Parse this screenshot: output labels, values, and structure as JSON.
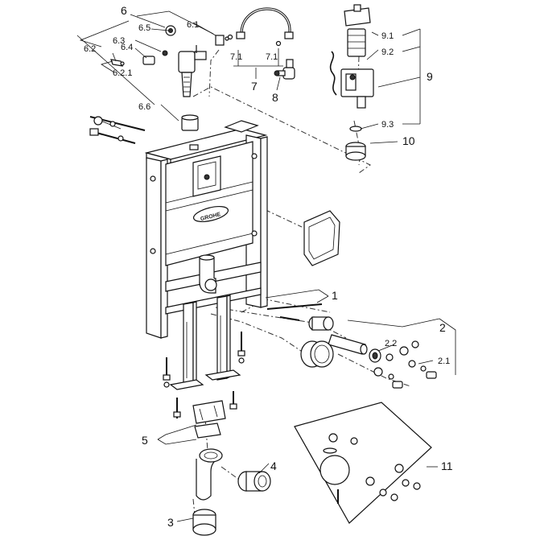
{
  "brand": "GROHE",
  "labels": {
    "l1": "1",
    "l2": "2",
    "l2_1": "2.1",
    "l2_2": "2.2",
    "l3": "3",
    "l4": "4",
    "l5": "5",
    "l6": "6",
    "l6_1": "6.1",
    "l6_2": "6.2",
    "l6_2_1": "6.2.1",
    "l6_3": "6.3",
    "l6_4": "6.4",
    "l6_5": "6.5",
    "l6_6": "6.6",
    "l7": "7",
    "l7_1a": "7.1",
    "l7_1b": "7.1",
    "l8": "8",
    "l9": "9",
    "l9_1": "9.1",
    "l9_2": "9.2",
    "l9_3": "9.3",
    "l10": "10",
    "l11": "11"
  }
}
